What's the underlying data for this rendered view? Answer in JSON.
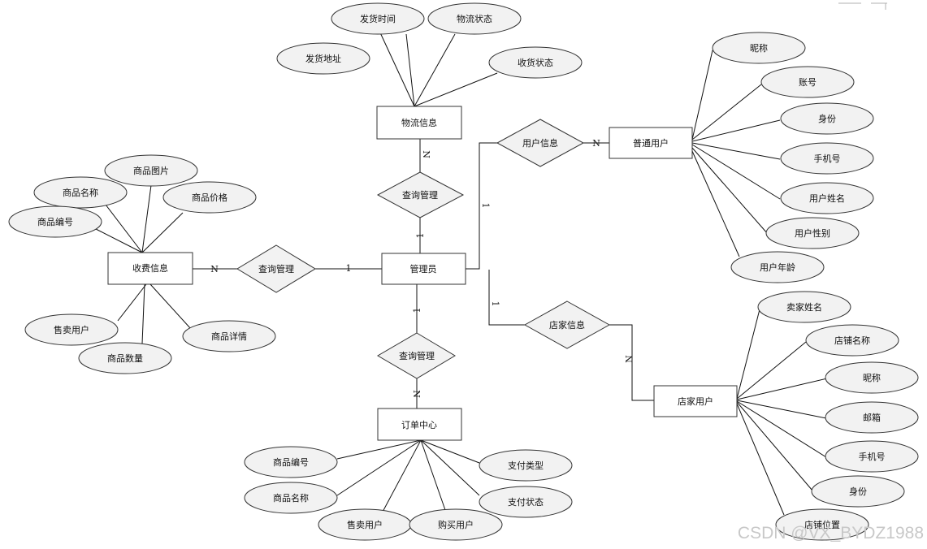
{
  "diagram": {
    "entities": {
      "logistics": "物流信息",
      "fee": "收费信息",
      "admin": "管理员",
      "order": "订单中心",
      "user": "普通用户",
      "shop": "店家用户"
    },
    "relationships": {
      "query_logistics": "查询管理",
      "query_fee": "查询管理",
      "query_order": "查询管理",
      "user_info": "用户信息",
      "shop_info": "店家信息"
    },
    "attributes": {
      "logistics": [
        "发货时间",
        "物流状态",
        "发货地址",
        "收货状态"
      ],
      "fee": [
        "商品图片",
        "商品名称",
        "商品价格",
        "商品编号",
        "售卖用户",
        "商品详情",
        "商品数量"
      ],
      "order": [
        "商品编号",
        "支付类型",
        "商品名称",
        "支付状态",
        "售卖用户",
        "购买用户"
      ],
      "user": [
        "昵称",
        "账号",
        "身份",
        "手机号",
        "用户姓名",
        "用户性别",
        "用户年龄"
      ],
      "shop": [
        "卖家姓名",
        "店铺名称",
        "昵称",
        "邮箱",
        "手机号",
        "身份",
        "店铺位置"
      ]
    },
    "cardinalities": {
      "logistics_top": "N",
      "logistics_admin": "1",
      "fee_left": "N",
      "fee_admin": "1",
      "order_admin": "1",
      "order_bottom": "N",
      "user_admin": "1",
      "user_right": "N",
      "shop_admin": "1",
      "shop_right": "N"
    }
  },
  "watermark": "CSDN @VX_BYDZ1988"
}
